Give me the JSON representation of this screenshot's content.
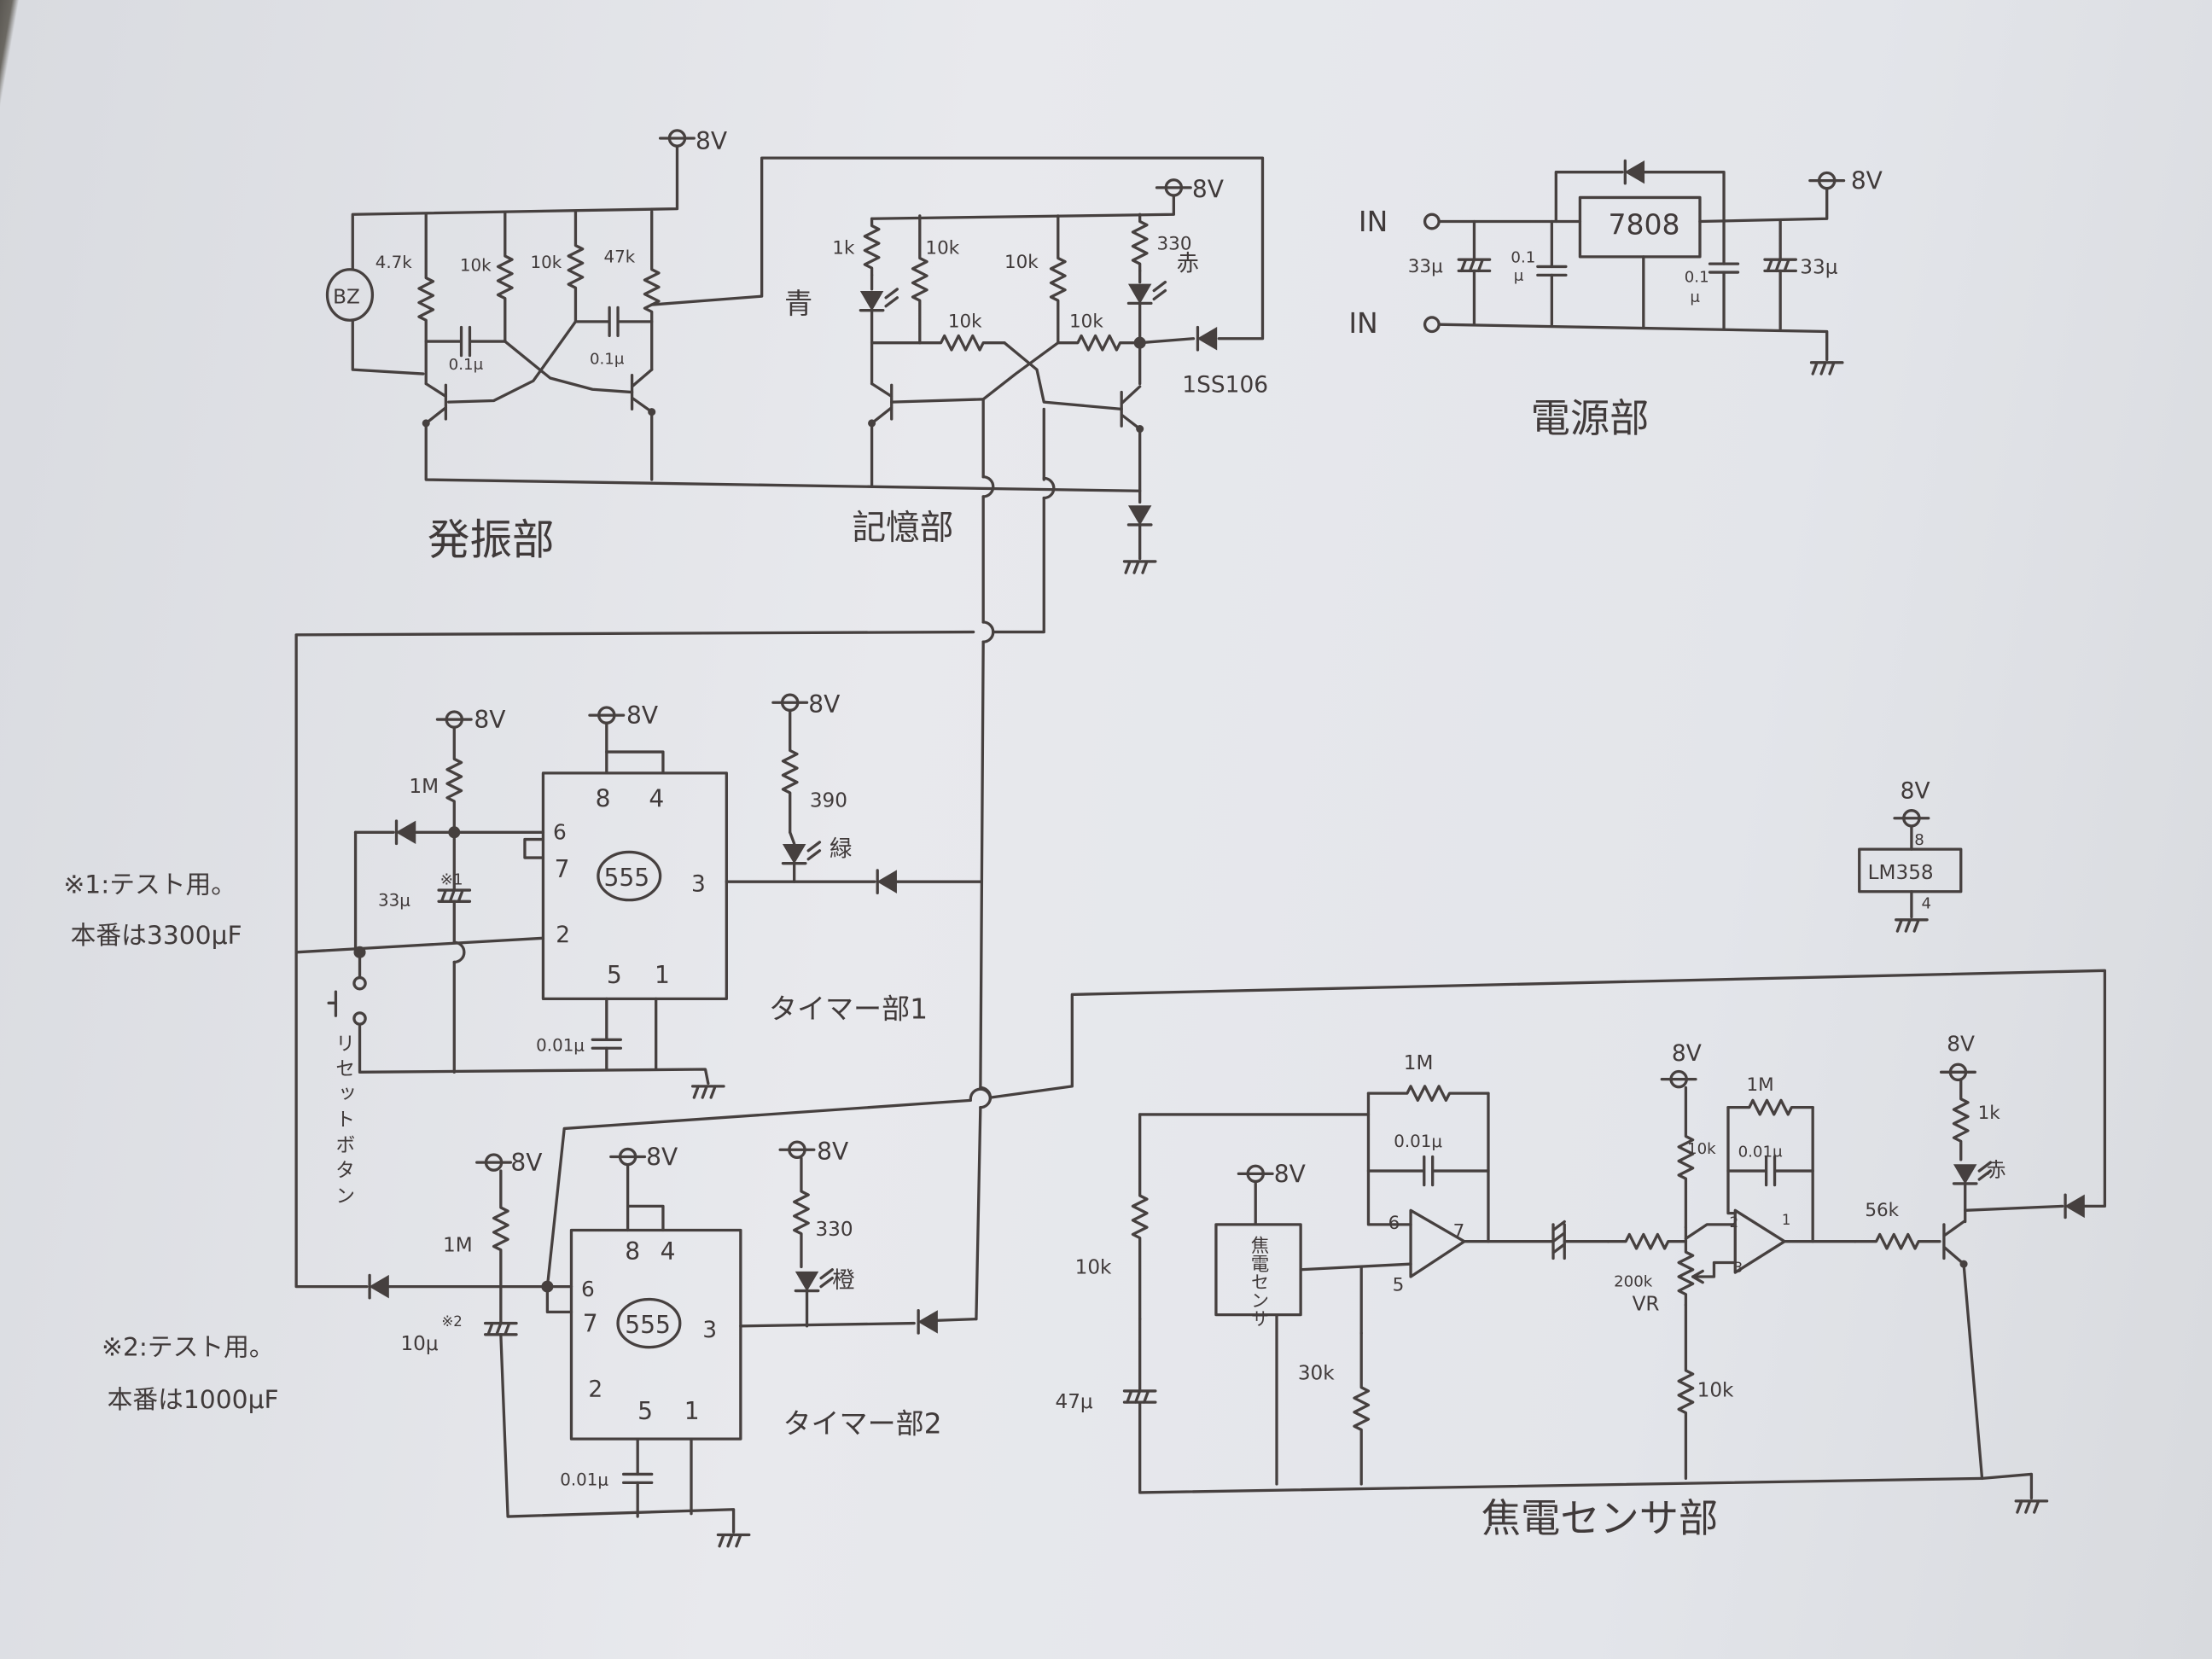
{
  "oscillator": {
    "title": "発振部",
    "buzzer": "BZ",
    "supply": "8V",
    "r1": "4.7k",
    "r2": "10k",
    "r3": "10k",
    "r4": "47k",
    "c1": "0.1μ",
    "c2": "0.1μ"
  },
  "memory": {
    "title": "記憶部",
    "supply": "8V",
    "r1": "1k",
    "r2": "10k",
    "r3": "10k",
    "r4": "330",
    "r5": "10k",
    "r6": "10k",
    "led_blue": "青",
    "led_red": "赤",
    "diode": "1SS106"
  },
  "power": {
    "title": "電源部",
    "in1": "IN",
    "in2": "IN",
    "regulator": "7808",
    "c_in": "33μ",
    "c_in2_a": "0.1",
    "c_in2_b": "μ",
    "c_out_a": "0.1",
    "c_out_b": "μ",
    "c_out2": "33μ",
    "supply": "8V"
  },
  "timer1": {
    "title": "タイマー部1",
    "ic": "555",
    "supply_a": "8V",
    "supply_b": "8V",
    "supply_c": "8V",
    "r_timing": "1M",
    "c_timing": "33μ",
    "c_mark": "※1",
    "r_led": "390",
    "led": "緑",
    "c_ctrl": "0.01μ",
    "reset_button": "リセットボタン",
    "pins": {
      "p8": "8",
      "p4": "4",
      "p6": "6",
      "p7": "7",
      "p3": "3",
      "p2": "2",
      "p5": "5",
      "p1": "1"
    }
  },
  "timer2": {
    "title": "タイマー部2",
    "ic": "555",
    "supply_a": "8V",
    "supply_b": "8V",
    "supply_c": "8V",
    "r_timing": "1M",
    "c_timing": "10μ",
    "c_mark": "※2",
    "r_led": "330",
    "led": "橙",
    "c_ctrl": "0.01μ",
    "pins": {
      "p8": "8",
      "p4": "4",
      "p6": "6",
      "p7": "7",
      "p3": "3",
      "p2": "2",
      "p5": "5",
      "p1": "1"
    }
  },
  "sensor": {
    "title": "焦電センサ部",
    "sensor_box": "焦電センサ",
    "supply_a": "8V",
    "supply_b": "8V",
    "supply_c": "8V",
    "r_bias": "10k",
    "c_bias": "47μ",
    "r_load": "30k",
    "fb1_r": "1M",
    "fb1_c": "0.01μ",
    "op1_pin6": "6",
    "op1_pin7": "7",
    "op1_pin5": "5",
    "vr": "200k",
    "vr_label": "VR",
    "r_top": "10k",
    "r_bot": "10k",
    "fb2_r": "1M",
    "fb2_c": "0.01μ",
    "op2_pin2": "2",
    "op2_pin1": "1",
    "op2_pin3": "3",
    "r_base": "56k",
    "r_led": "1k",
    "led": "赤"
  },
  "lm358": {
    "supply": "8V",
    "name": "LM358",
    "pin_vcc": "8",
    "pin_gnd": "4"
  },
  "notes": [
    {
      "line1": "※1:テスト用。",
      "line2": "本番は3300μF"
    },
    {
      "line1": "※2:テスト用。",
      "line2": "本番は1000μF"
    }
  ]
}
